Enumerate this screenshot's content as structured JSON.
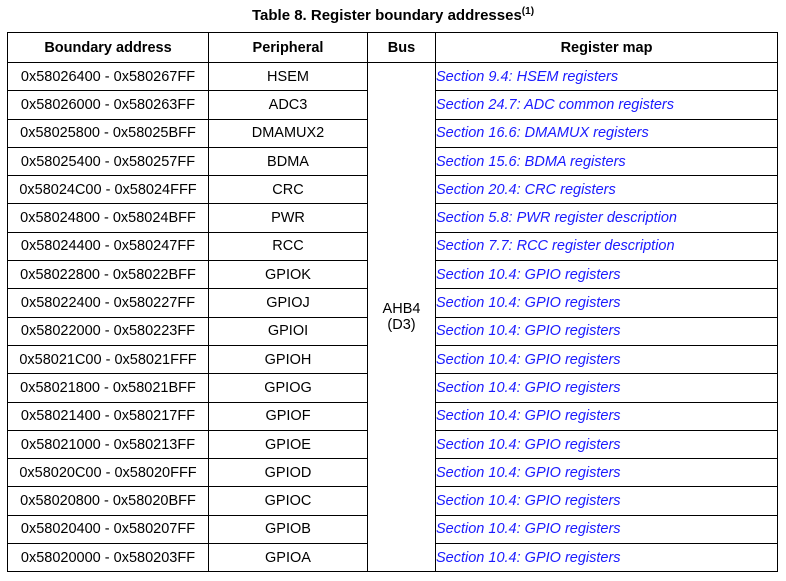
{
  "table": {
    "caption": "Table 8. Register boundary addresses",
    "caption_note": "(1)",
    "headers": {
      "address": "Boundary address",
      "peripheral": "Peripheral",
      "bus": "Bus",
      "map": "Register map"
    },
    "bus": {
      "line1": "AHB4",
      "line2": "(D3)"
    },
    "link_color": "#1a1aff",
    "rows": [
      {
        "address": "0x58026400 - 0x580267FF",
        "peripheral": "HSEM",
        "map": "Section 9.4: HSEM registers"
      },
      {
        "address": "0x58026000 - 0x580263FF",
        "peripheral": "ADC3",
        "map": "Section 24.7: ADC common registers"
      },
      {
        "address": "0x58025800 - 0x58025BFF",
        "peripheral": "DMAMUX2",
        "map": "Section 16.6: DMAMUX registers"
      },
      {
        "address": "0x58025400 - 0x580257FF",
        "peripheral": "BDMA",
        "map": "Section 15.6: BDMA registers"
      },
      {
        "address": "0x58024C00 - 0x58024FFF",
        "peripheral": "CRC",
        "map": "Section 20.4: CRC registers"
      },
      {
        "address": "0x58024800 - 0x58024BFF",
        "peripheral": "PWR",
        "map": "Section 5.8: PWR register description"
      },
      {
        "address": "0x58024400 - 0x580247FF",
        "peripheral": "RCC",
        "map": "Section 7.7: RCC register description"
      },
      {
        "address": "0x58022800 - 0x58022BFF",
        "peripheral": "GPIOK",
        "map": "Section 10.4: GPIO registers"
      },
      {
        "address": "0x58022400 - 0x580227FF",
        "peripheral": "GPIOJ",
        "map": "Section 10.4: GPIO registers"
      },
      {
        "address": "0x58022000 - 0x580223FF",
        "peripheral": "GPIOI",
        "map": "Section 10.4: GPIO registers"
      },
      {
        "address": "0x58021C00 - 0x58021FFF",
        "peripheral": "GPIOH",
        "map": "Section 10.4: GPIO registers"
      },
      {
        "address": "0x58021800 - 0x58021BFF",
        "peripheral": "GPIOG",
        "map": "Section 10.4: GPIO registers"
      },
      {
        "address": "0x58021400 - 0x580217FF",
        "peripheral": "GPIOF",
        "map": "Section 10.4: GPIO registers"
      },
      {
        "address": "0x58021000 - 0x580213FF",
        "peripheral": "GPIOE",
        "map": "Section 10.4: GPIO registers"
      },
      {
        "address": "0x58020C00 - 0x58020FFF",
        "peripheral": "GPIOD",
        "map": "Section 10.4: GPIO registers"
      },
      {
        "address": "0x58020800 - 0x58020BFF",
        "peripheral": "GPIOC",
        "map": "Section 10.4: GPIO registers"
      },
      {
        "address": "0x58020400 - 0x580207FF",
        "peripheral": "GPIOB",
        "map": "Section 10.4: GPIO registers"
      },
      {
        "address": "0x58020000 - 0x580203FF",
        "peripheral": "GPIOA",
        "map": "Section 10.4: GPIO registers"
      }
    ]
  }
}
